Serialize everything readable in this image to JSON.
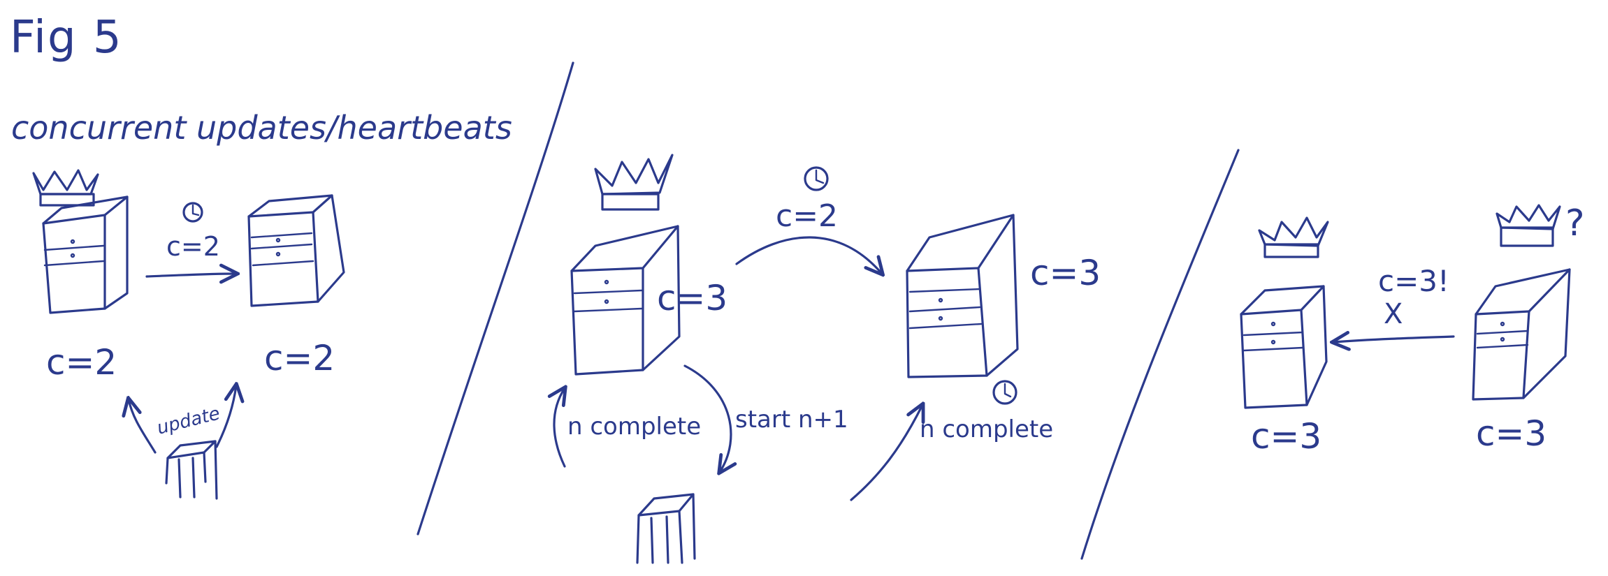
{
  "title": "Fig 5",
  "subtitle": "concurrent updates/heartbeats",
  "panel1": {
    "message": "c=2",
    "left_server": "c=2",
    "right_server": "c=2",
    "client_arrow": "update"
  },
  "panel2": {
    "message": "c=2",
    "left_server": "c=3",
    "right_server": "c=3",
    "left_note": "n complete",
    "client_note": "start n+1",
    "right_note": "n complete"
  },
  "panel3": {
    "message": "c=3!",
    "blocked_mark": "X",
    "question": "?",
    "left_server": "c=3",
    "right_server": "c=3"
  },
  "colors": {
    "ink": "#2b3a8c",
    "paper": "#ffffff"
  }
}
